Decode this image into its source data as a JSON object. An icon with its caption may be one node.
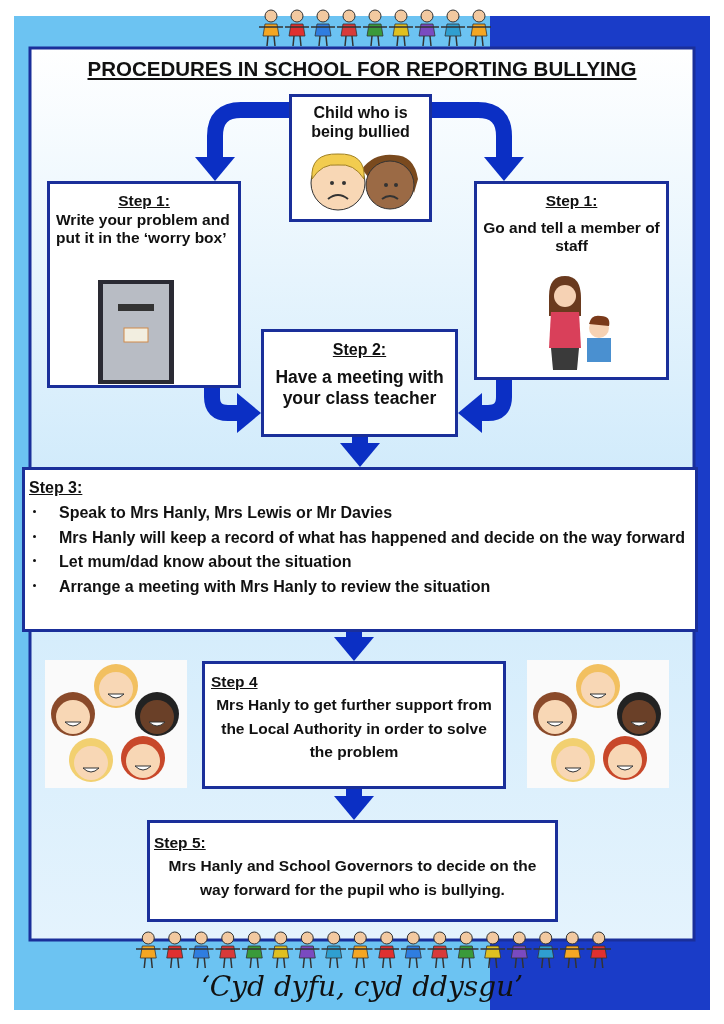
{
  "diagram": {
    "title": "PROCEDURES IN SCHOOL FOR REPORTING BULLYING",
    "caption": "‘Cyd dyfu, cyd ddysgu’",
    "nodes": [
      {
        "text": [
          "Child who is being bullied"
        ]
      },
      {
        "text": [
          "Step 1:",
          "Write your problem and put it in the ‘worry box’"
        ]
      },
      {
        "text": [
          "Step 1:",
          "Go and tell a member of staff"
        ]
      },
      {
        "text": [
          "Step 2:",
          "Have a meeting with your class teacher"
        ]
      },
      {
        "text": [
          "Step 3:",
          "Speak to Mrs Hanly, Mrs Lewis or Mr Davies",
          "Mrs Hanly will keep a record of what has happened and decide on the way forward",
          "Let mum/dad know about the situation",
          "Arrange a meeting with Mrs Hanly to review the situation"
        ]
      },
      {
        "text": [
          "Step 4",
          "Mrs Hanly to get further support from the Local Authority in order to solve the problem"
        ]
      },
      {
        "text": [
          "Step 5:",
          "Mrs Hanly and School Governors to decide on the way forward for the pupil who is bullying."
        ]
      }
    ],
    "edges": [
      {
        "from": 0,
        "to": 1,
        "arrow": "to"
      },
      {
        "from": 0,
        "to": 2,
        "arrow": "to"
      },
      {
        "from": 1,
        "to": 3,
        "arrow": "to"
      },
      {
        "from": 2,
        "to": 3,
        "arrow": "to"
      },
      {
        "from": 3,
        "to": 4,
        "arrow": "to"
      },
      {
        "from": 4,
        "to": 5,
        "arrow": "to"
      },
      {
        "from": 5,
        "to": 6,
        "arrow": "to"
      }
    ]
  }
}
